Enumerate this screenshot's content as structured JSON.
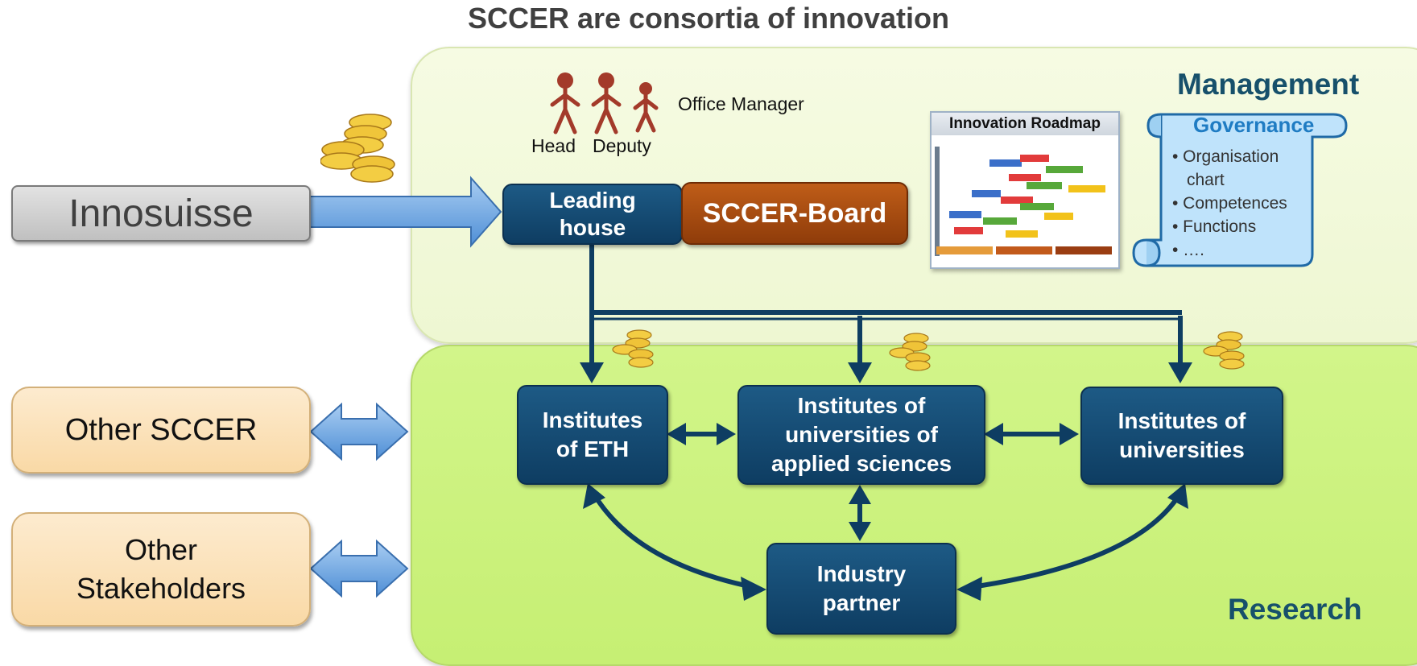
{
  "title": "SCCER are consortia of innovation",
  "management": {
    "label": "Management",
    "people": {
      "office_manager": "Office Manager",
      "head": "Head",
      "deputy": "Deputy"
    },
    "leading_house": "Leading\nhouse",
    "board": "SCCER-Board",
    "roadmap": {
      "title": "Innovation Roadmap"
    },
    "governance": {
      "title": "Governance",
      "items": [
        "• Organisation",
        "  chart",
        "• Competences",
        "• Functions",
        "• …."
      ]
    }
  },
  "funder": {
    "label": "Innosuisse"
  },
  "research": {
    "label": "Research",
    "eth": "Institutes\nof ETH",
    "uas": "Institutes of\nuniversities of\napplied sciences",
    "uni": "Institutes of\nuniversities",
    "industry": "Industry\npartner"
  },
  "others": {
    "sccer": "Other SCCER",
    "stakeholders": "Other\nStakeholders"
  },
  "icons": [
    "gold-coins-icon",
    "person-icon",
    "scroll-icon",
    "double-arrow-icon"
  ],
  "colors": {
    "navy": "#0e3d62",
    "board": "#a2450f",
    "management_panel": "#f2f9da",
    "research_panel": "#c9f07a",
    "side_box": "#fbe1b8",
    "arrow_blue": "#6fa8e0"
  }
}
